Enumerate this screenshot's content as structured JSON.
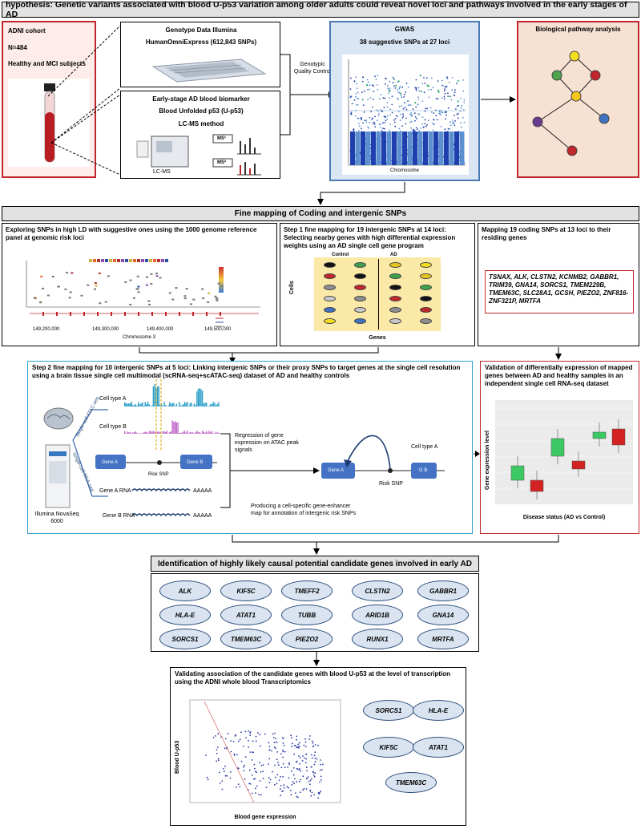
{
  "hypothesis": "hypothesis: Genetic variants associated with blood U-p53 variation among older adults could reveal novel loci and pathways involved in the early stages of AD",
  "adni": {
    "title": "ADNI cohort",
    "n": "N=484",
    "subjects": "Healthy and MCI subjects"
  },
  "genotype": {
    "title": "Genotype Data Illumina",
    "subtitle": "HumanOmniExpress (612,843 SNPs)"
  },
  "biomarker": {
    "title": "Early-stage AD blood biomarker",
    "subtitle": "Blood Unfolded p53 (U-p53)",
    "method": "LC-MS method",
    "ms1": "MS¹",
    "ms2": "MS²",
    "lcms": "LC-MS"
  },
  "qc": {
    "label": "Genotypic Quality Control"
  },
  "gwas": {
    "title": "GWAS",
    "subtitle": "38 suggestive SNPs at 27 loci",
    "xlabel": "Chromosome"
  },
  "pathway": {
    "title": "Biological pathway analysis"
  },
  "finemap": {
    "title": "Fine mapping of Coding and intergenic SNPs"
  },
  "ld": {
    "title": "Exploring SNPs in high LD with suggestive ones using the 1000 genome reference panel at genomic risk loci",
    "axis": "Chromosome 3",
    "ticks": [
      "149,200,000",
      "149,300,000",
      "149,400,000",
      "149,500,000"
    ]
  },
  "step1": {
    "title": "Step 1 fine mapping for 19 intergenic SNPs at 14 loci: Selecting nearby genes with high differential expression weights using an AD single cell gene program",
    "control": "Control",
    "ad": "AD",
    "cells": "Cells",
    "genes": "Genes"
  },
  "coding": {
    "title": "Mapping 19 coding SNPs at 13 loci to their residing genes",
    "genes": "TSNAX, ALK, CLSTN2, KCNMB2, GABBR1, TRIM39, GNA14, SORCS1, TMEM229B, TMEM63C, SLC28A1, GCSH, PIEZO2, ZNF816-ZNF321P, MRTFA"
  },
  "step2": {
    "title": "Step 2 fine mapping for 10 intergenic SNPs at 5 loci: Linking intergenic SNPs or their proxy SNPs to target genes at the single cell resolution using a brain tissue single cell multimodal (scRNA-seq+scATAC-seq) dataset of AD and healthy controls",
    "cell_a": "Cell type A",
    "cell_b": "Cell type B",
    "gene_a": "Gene A",
    "gene_b": "Gene B",
    "risk_snp": "Risk SNP",
    "gene_a_rna": "Gene A RNA",
    "gene_b_rna": "Gene B RNA",
    "polya": "AAAAA",
    "atac": "Single-cell ATAC-seq",
    "rna": "Single-cell RNA-seq",
    "instrument": "Illumina NovaSeq 6000",
    "regression": "Regression of gene expression on ATAC peak signals",
    "enhancer": "Producing a cell-specific gene-enhancer map for annotation of intergenic risk SNPs",
    "cell_a_right": "Cell type A",
    "gene_b_short": "G B"
  },
  "validation": {
    "title": "Validation of differentially expression of mapped genes between AD and healthy samples in an independent single cell RNA-seq dataset",
    "ylabel": "Gene expression level",
    "xlabel": "Disease status (AD vs Control)"
  },
  "candidates": {
    "title": "Identification of highly likely causal potential candidate genes involved in early AD",
    "genes": [
      "ALK",
      "KIF5C",
      "TMEFF2",
      "CLSTN2",
      "GABBR1",
      "HLA-E",
      "ATAT1",
      "TUBB",
      "ARID1B",
      "GNA14",
      "SORCS1",
      "TMEM63C",
      "PIEZO2",
      "RUNX1",
      "MRTFA"
    ]
  },
  "transcript": {
    "title": "Validating association of the candidate genes with blood U-p53 at the level of transcription using the ADNI whole blood Transcriptomics",
    "ylabel": "Blood U-p53",
    "xlabel": "Blood gene expression",
    "genes": [
      "SORCS1",
      "HLA-E",
      "KIF5C",
      "ATAT1",
      "TMEM63C"
    ]
  },
  "colors": {
    "red_border": "#c0262c",
    "blue_border": "#2e7fc2",
    "gwas_bg": "#dbe6f4",
    "pathway_bg": "#f7e1d3",
    "ellipse_bg": "#dae4f1"
  }
}
